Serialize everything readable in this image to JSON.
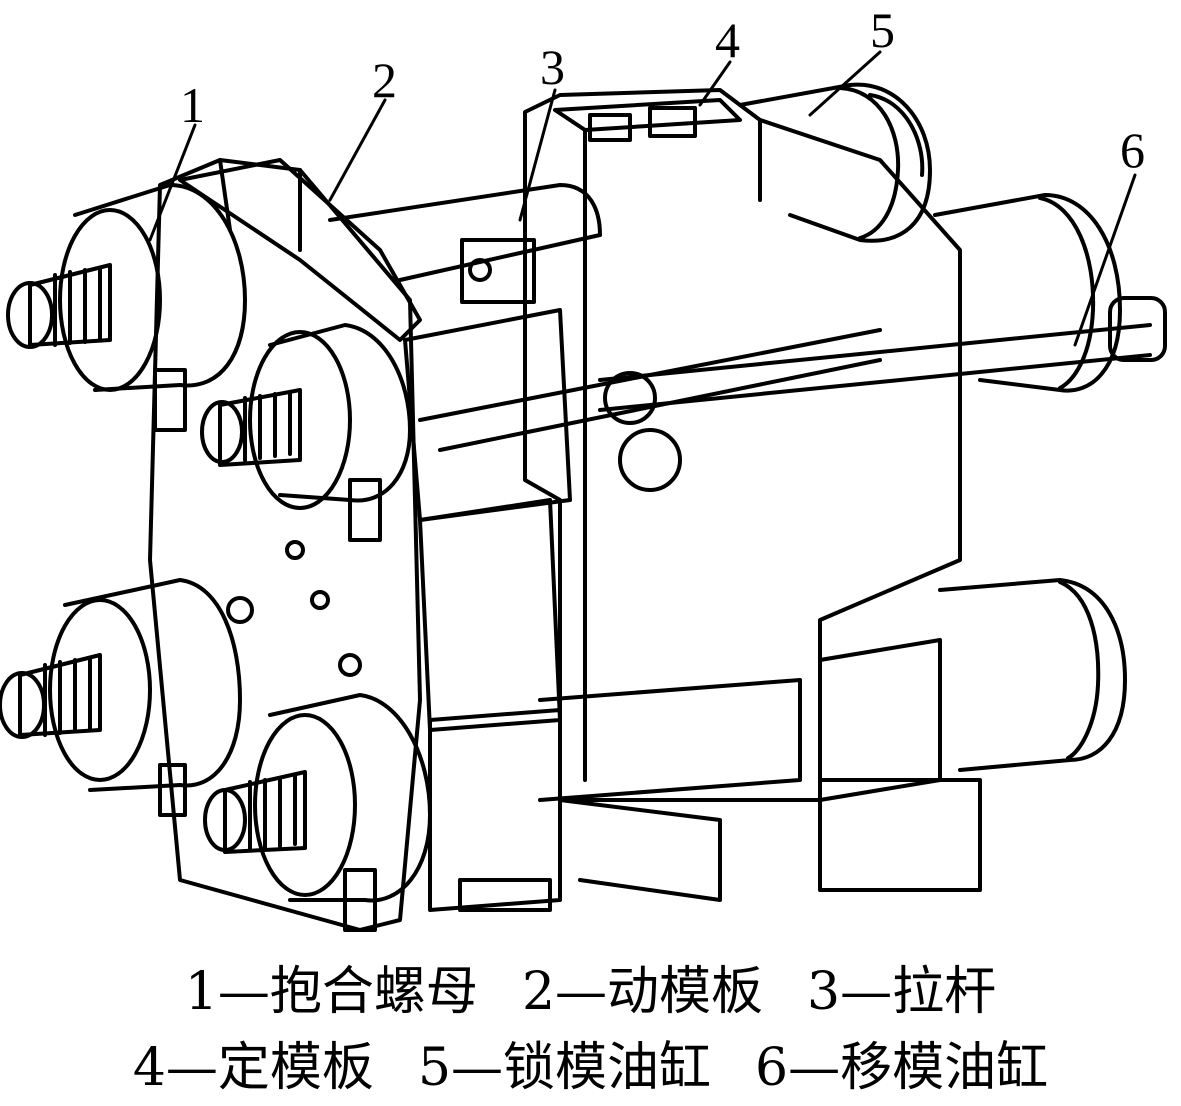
{
  "callouts": [
    "1",
    "2",
    "3",
    "4",
    "5",
    "6"
  ],
  "legend": [
    {
      "num": "1",
      "label": "抱合螺母"
    },
    {
      "num": "2",
      "label": "动模板"
    },
    {
      "num": "3",
      "label": "拉杆"
    },
    {
      "num": "4",
      "label": "定模板"
    },
    {
      "num": "5",
      "label": "锁模油缸"
    },
    {
      "num": "6",
      "label": "移模油缸"
    }
  ],
  "dash": "—",
  "colors": {
    "line": "#000000",
    "background": "#ffffff"
  }
}
